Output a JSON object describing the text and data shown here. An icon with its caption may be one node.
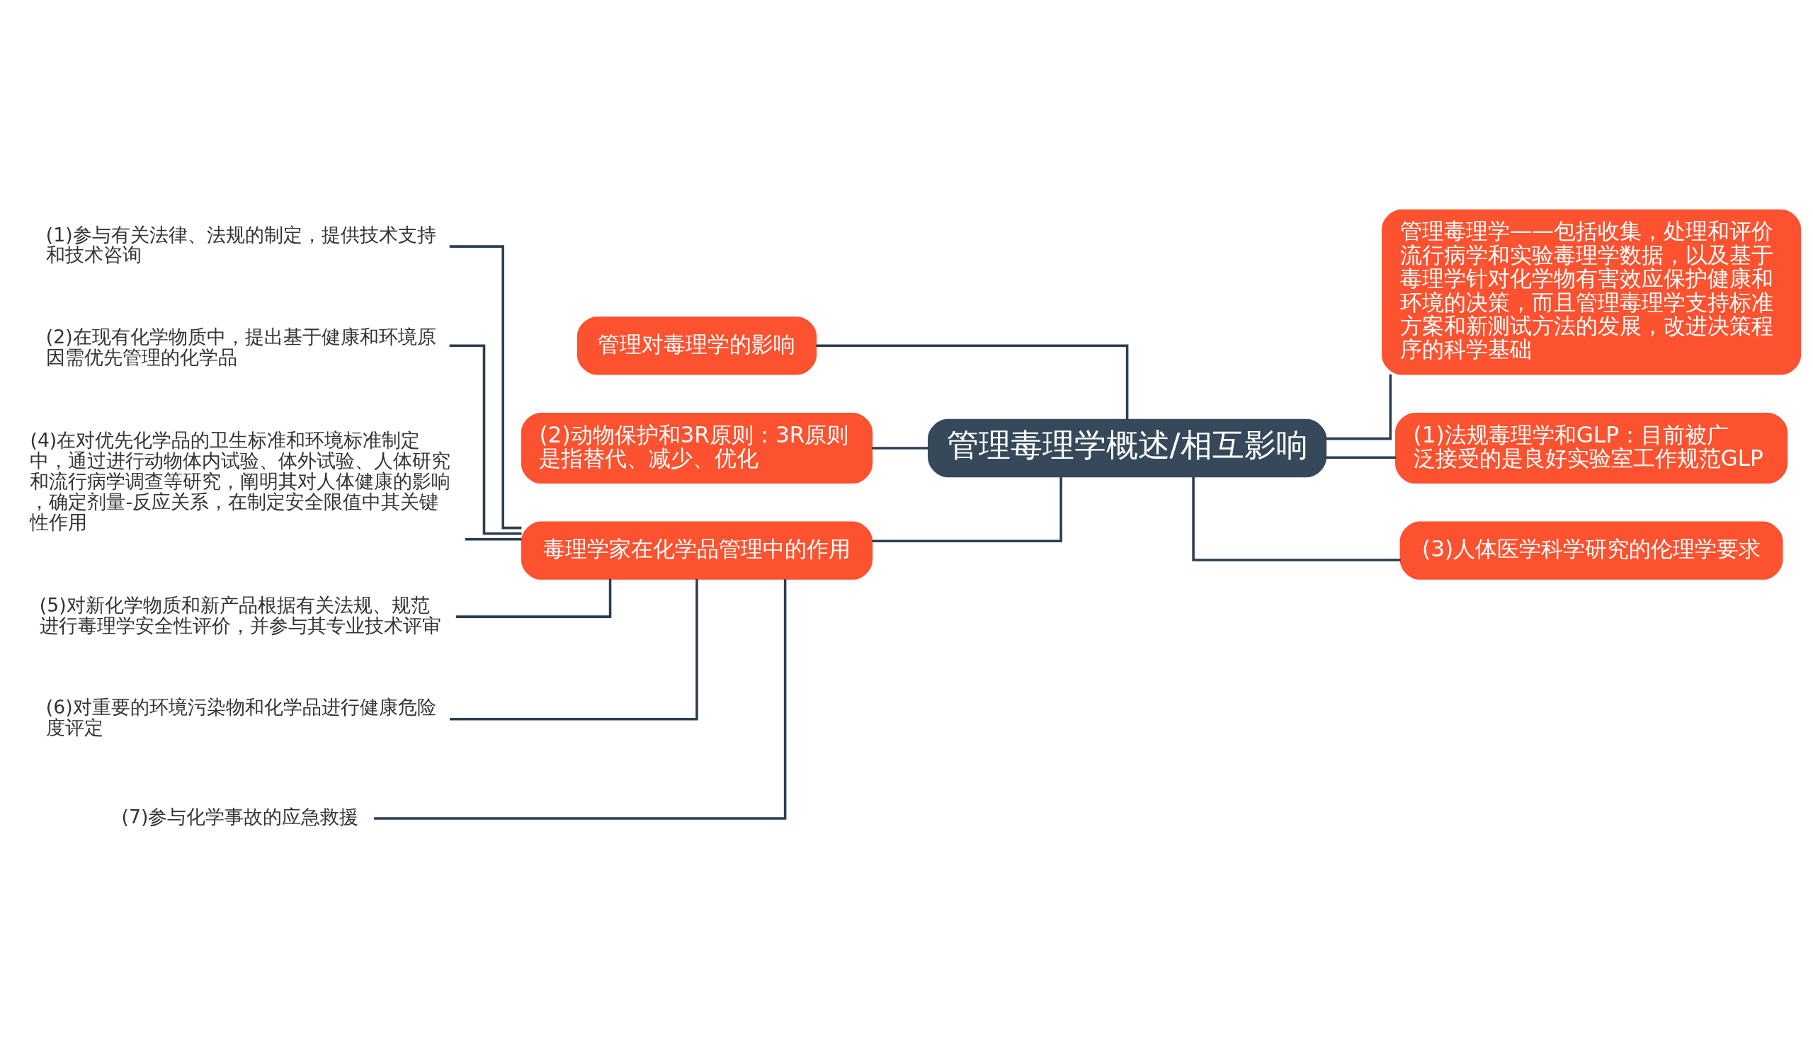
{
  "diagram": {
    "nodes": [
      {
        "text": [
          "管理毒理学概述/相互影响"
        ]
      },
      {
        "text": [
          "管理对毒理学的影响"
        ]
      },
      {
        "text": [
          "(2)动物保护和3R原则：3R原则是指替代、减少、优化"
        ]
      },
      {
        "text": [
          "毒理学家在化学品管理中的作用"
        ]
      },
      {
        "text": [
          "(1)参与有关法律、法规的制定，提供技术支持和技术咨询"
        ]
      },
      {
        "text": [
          "(2)在现有化学物质中，提出基于健康和环境原因需优先管理的化学品"
        ]
      },
      {
        "text": [
          "(4)在对优先化学品的卫生标准和环境标准制定中，通过进行动物体内试验、体外试验、人体研究和流行病学调查等研究，阐明其对人体健康的影响，确定剂量-反应关系，在制定安全限值中其关键性作用"
        ]
      },
      {
        "text": [
          "(5)对新化学物质和新产品根据有关法规、规范进行毒理学安全性评价，并参与其专业技术评审"
        ]
      },
      {
        "text": [
          "(6)对重要的环境污染物和化学品进行健康危险度评定"
        ]
      },
      {
        "text": [
          "(7)参与化学事故的应急救援"
        ]
      },
      {
        "text": [
          "管理毒理学——包括收集，处理和评价流行病学和实验毒理学数据，以及基于毒理学针对化学物有害效应保护健康和环境的决策，而且管理毒理学支持标准方案和新测试方法的发展，改进决策程序的科学基础"
        ]
      },
      {
        "text": [
          "(1)法规毒理学和GLP：目前被广泛接受的是良好实验室工作规范GLP"
        ]
      },
      {
        "text": [
          "(3)人体医学科学研究的伦理学要求"
        ]
      }
    ],
    "edges": [
      {
        "from": 0,
        "to": 1,
        "arrow": "none"
      },
      {
        "from": 0,
        "to": 2,
        "arrow": "none"
      },
      {
        "from": 0,
        "to": 3,
        "arrow": "none"
      },
      {
        "from": 3,
        "to": 4,
        "arrow": "none"
      },
      {
        "from": 3,
        "to": 5,
        "arrow": "none"
      },
      {
        "from": 3,
        "to": 6,
        "arrow": "none"
      },
      {
        "from": 3,
        "to": 7,
        "arrow": "none"
      },
      {
        "from": 3,
        "to": 8,
        "arrow": "none"
      },
      {
        "from": 3,
        "to": 9,
        "arrow": "none"
      },
      {
        "from": 0,
        "to": 10,
        "arrow": "none"
      },
      {
        "from": 0,
        "to": 11,
        "arrow": "none"
      },
      {
        "from": 0,
        "to": 12,
        "arrow": "none"
      }
    ]
  }
}
